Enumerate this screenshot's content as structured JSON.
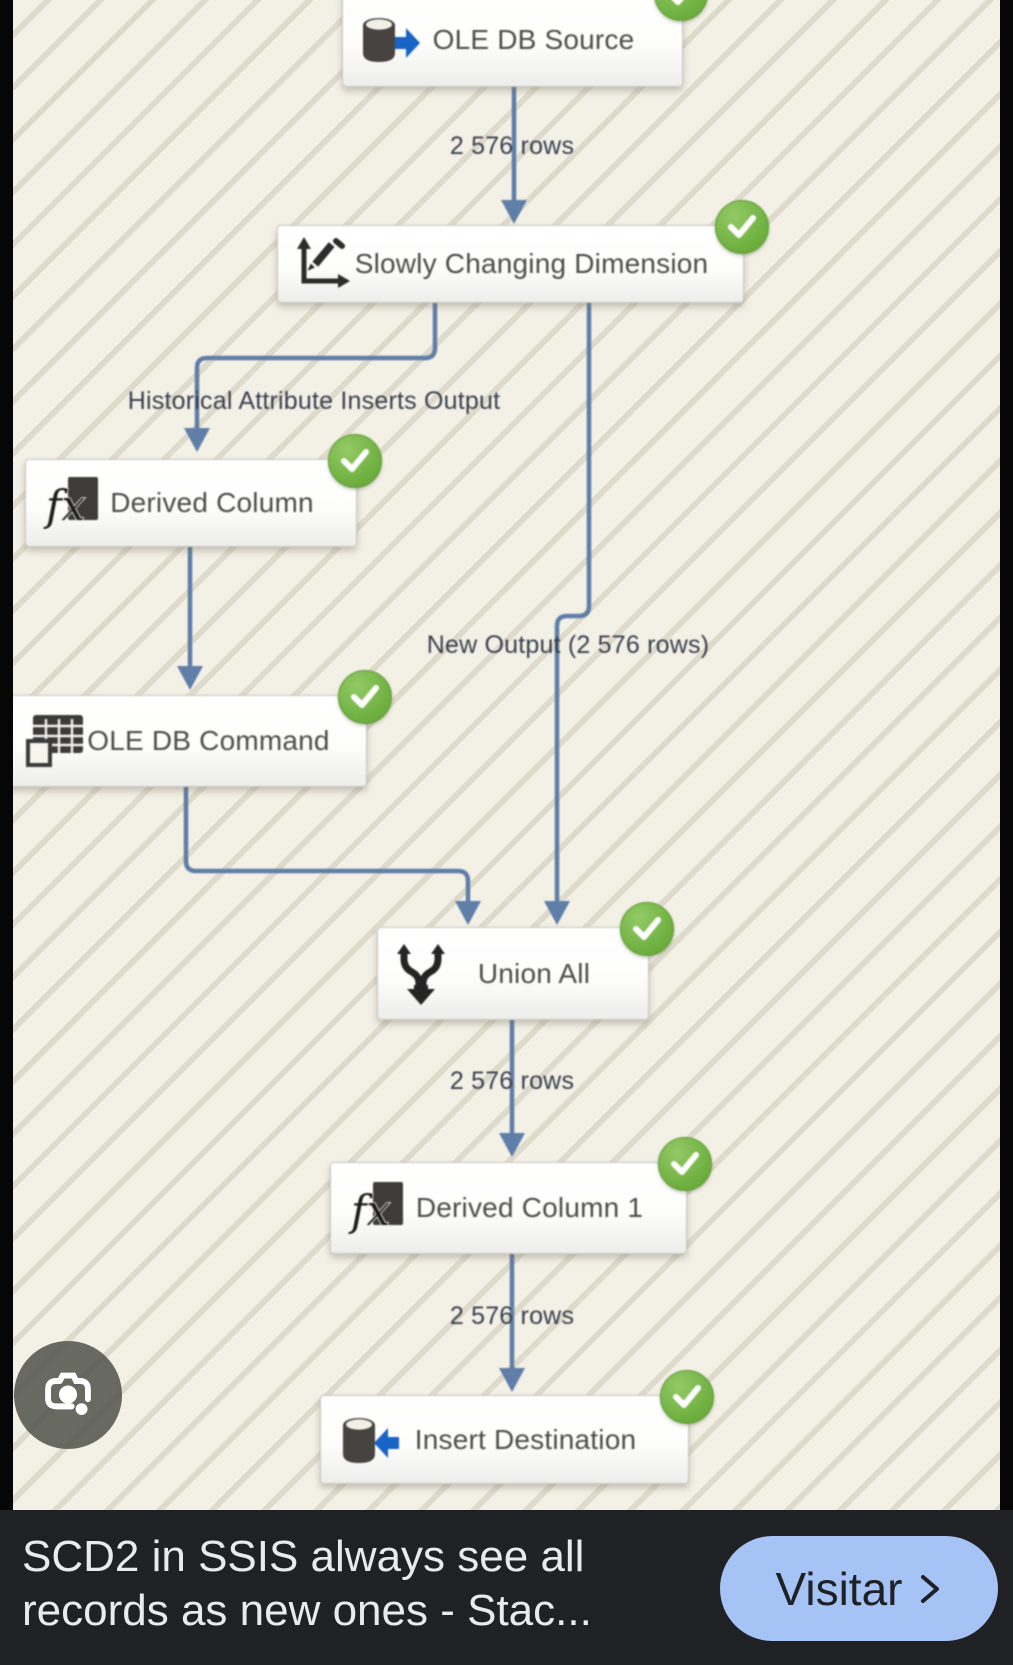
{
  "image_viewer": {
    "bottom_bar": {
      "title_line1": "SCD2 in SSIS always see all",
      "title_line2": "records as new ones - Stac...",
      "visit_label": "Visitar",
      "bar_color": "#1f2124",
      "button_color": "#a6c3f6",
      "title_color": "#e9eaee"
    },
    "lens_button": {
      "icon": "google-lens-camera"
    }
  },
  "diagram": {
    "background_color": "#f3f0e6",
    "connector_color": "#5f7ea8",
    "success_color": "#72b243",
    "nodes": [
      {
        "label": "OLE DB Source",
        "icon": "database-with-right-arrow",
        "status": "success"
      },
      {
        "label": "Slowly Changing Dimension",
        "icon": "axes-with-pencil",
        "status": "success"
      },
      {
        "label": "Derived Column",
        "icon": "fx-function",
        "status": "success"
      },
      {
        "label": "OLE DB Command",
        "icon": "table-grid",
        "status": "success"
      },
      {
        "label": "Union All",
        "icon": "merge-arrows",
        "status": "success"
      },
      {
        "label": "Derived Column 1",
        "icon": "fx-function",
        "status": "success"
      },
      {
        "label": "Insert Destination",
        "icon": "database-with-left-arrow",
        "status": "success"
      }
    ],
    "edge_labels": {
      "source_to_scd": "2 576 rows",
      "historical_output": "Historical Attribute Inserts Output",
      "new_output": "New Output (2 576 rows)",
      "union_to_derived": "2 576 rows",
      "derived_to_destination": "2 576 rows"
    }
  }
}
